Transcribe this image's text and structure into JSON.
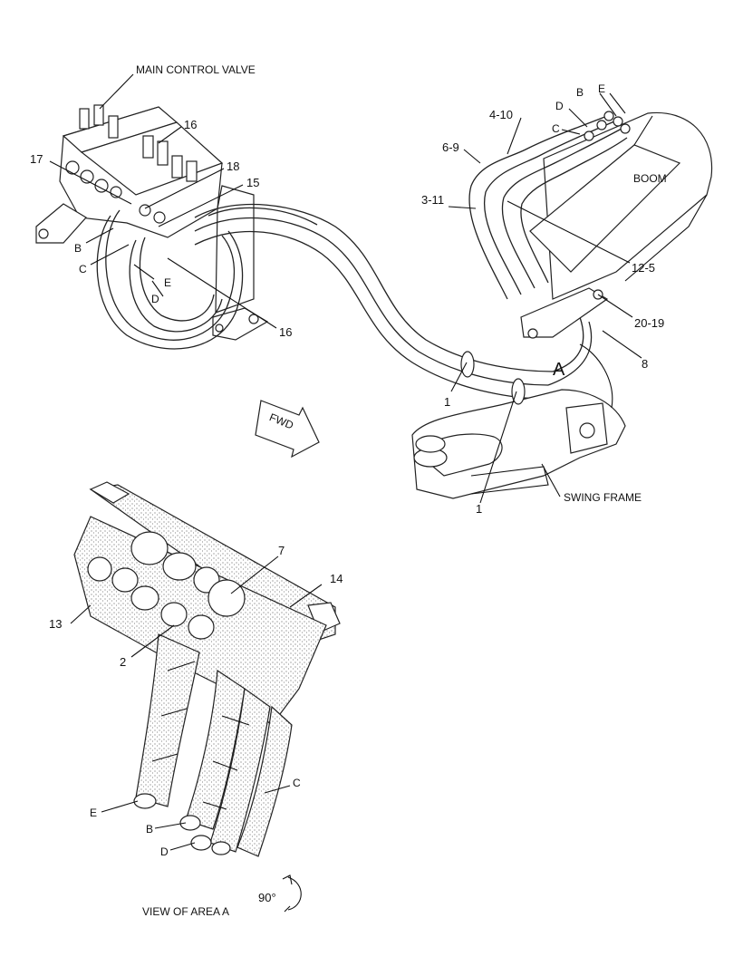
{
  "labels": {
    "main_control_valve": "MAIN CONTROL VALVE",
    "boom": "BOOM",
    "swing_frame": "SWING FRAME",
    "view_of_area_a": "VIEW OF AREA A",
    "fwd": "FWD",
    "area_a": "A",
    "rotation": "90°",
    "p16_top": "16",
    "p17": "17",
    "p18": "18",
    "p15": "15",
    "p16_low": "16",
    "b_left": "B",
    "c_left": "C",
    "e_left": "E",
    "d_left": "D",
    "p4_10": "4-10",
    "p6_9": "6-9",
    "p3_11": "3-11",
    "p12_5": "12-5",
    "p20_19": "20-19",
    "p8": "8",
    "e_right": "E",
    "b_right": "B",
    "d_right": "D",
    "c_right": "C",
    "p1_a": "1",
    "p1_b": "1",
    "p7": "7",
    "p14": "14",
    "p13": "13",
    "p2": "2",
    "e_bottom": "E",
    "b_bottom": "B",
    "d_bottom": "D",
    "c_bottom": "C"
  },
  "icons": {
    "fwd_arrow": "fwd-arrow-icon",
    "rotation_arrow": "rotation-arrow-icon"
  },
  "colors": {
    "line": "#111111",
    "background": "#ffffff"
  }
}
